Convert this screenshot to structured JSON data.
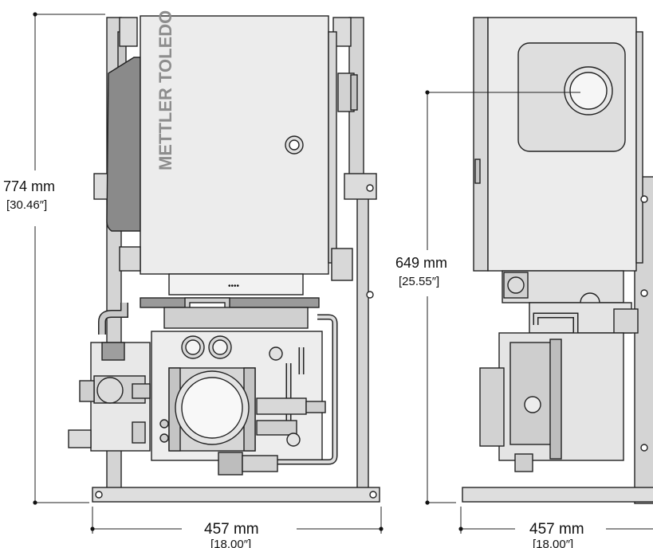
{
  "brand": {
    "name": "METTLER TOLEDO"
  },
  "front_view": {
    "height_mm": "774 mm",
    "height_in": "[30.46″]",
    "width_mm": "457 mm",
    "width_in": "[18.00″]",
    "panel_dots": "••••"
  },
  "side_view": {
    "height_mm": "649 mm",
    "height_in": "[25.55″]",
    "width_mm": "457 mm",
    "width_in": "[18.00″]"
  },
  "colors": {
    "frame": "#d6d6d6",
    "enclosure": "#e8e8e8",
    "dark_panel": "#8a8a8a",
    "outline": "#222222",
    "brand_text": "#8d8d8d"
  }
}
